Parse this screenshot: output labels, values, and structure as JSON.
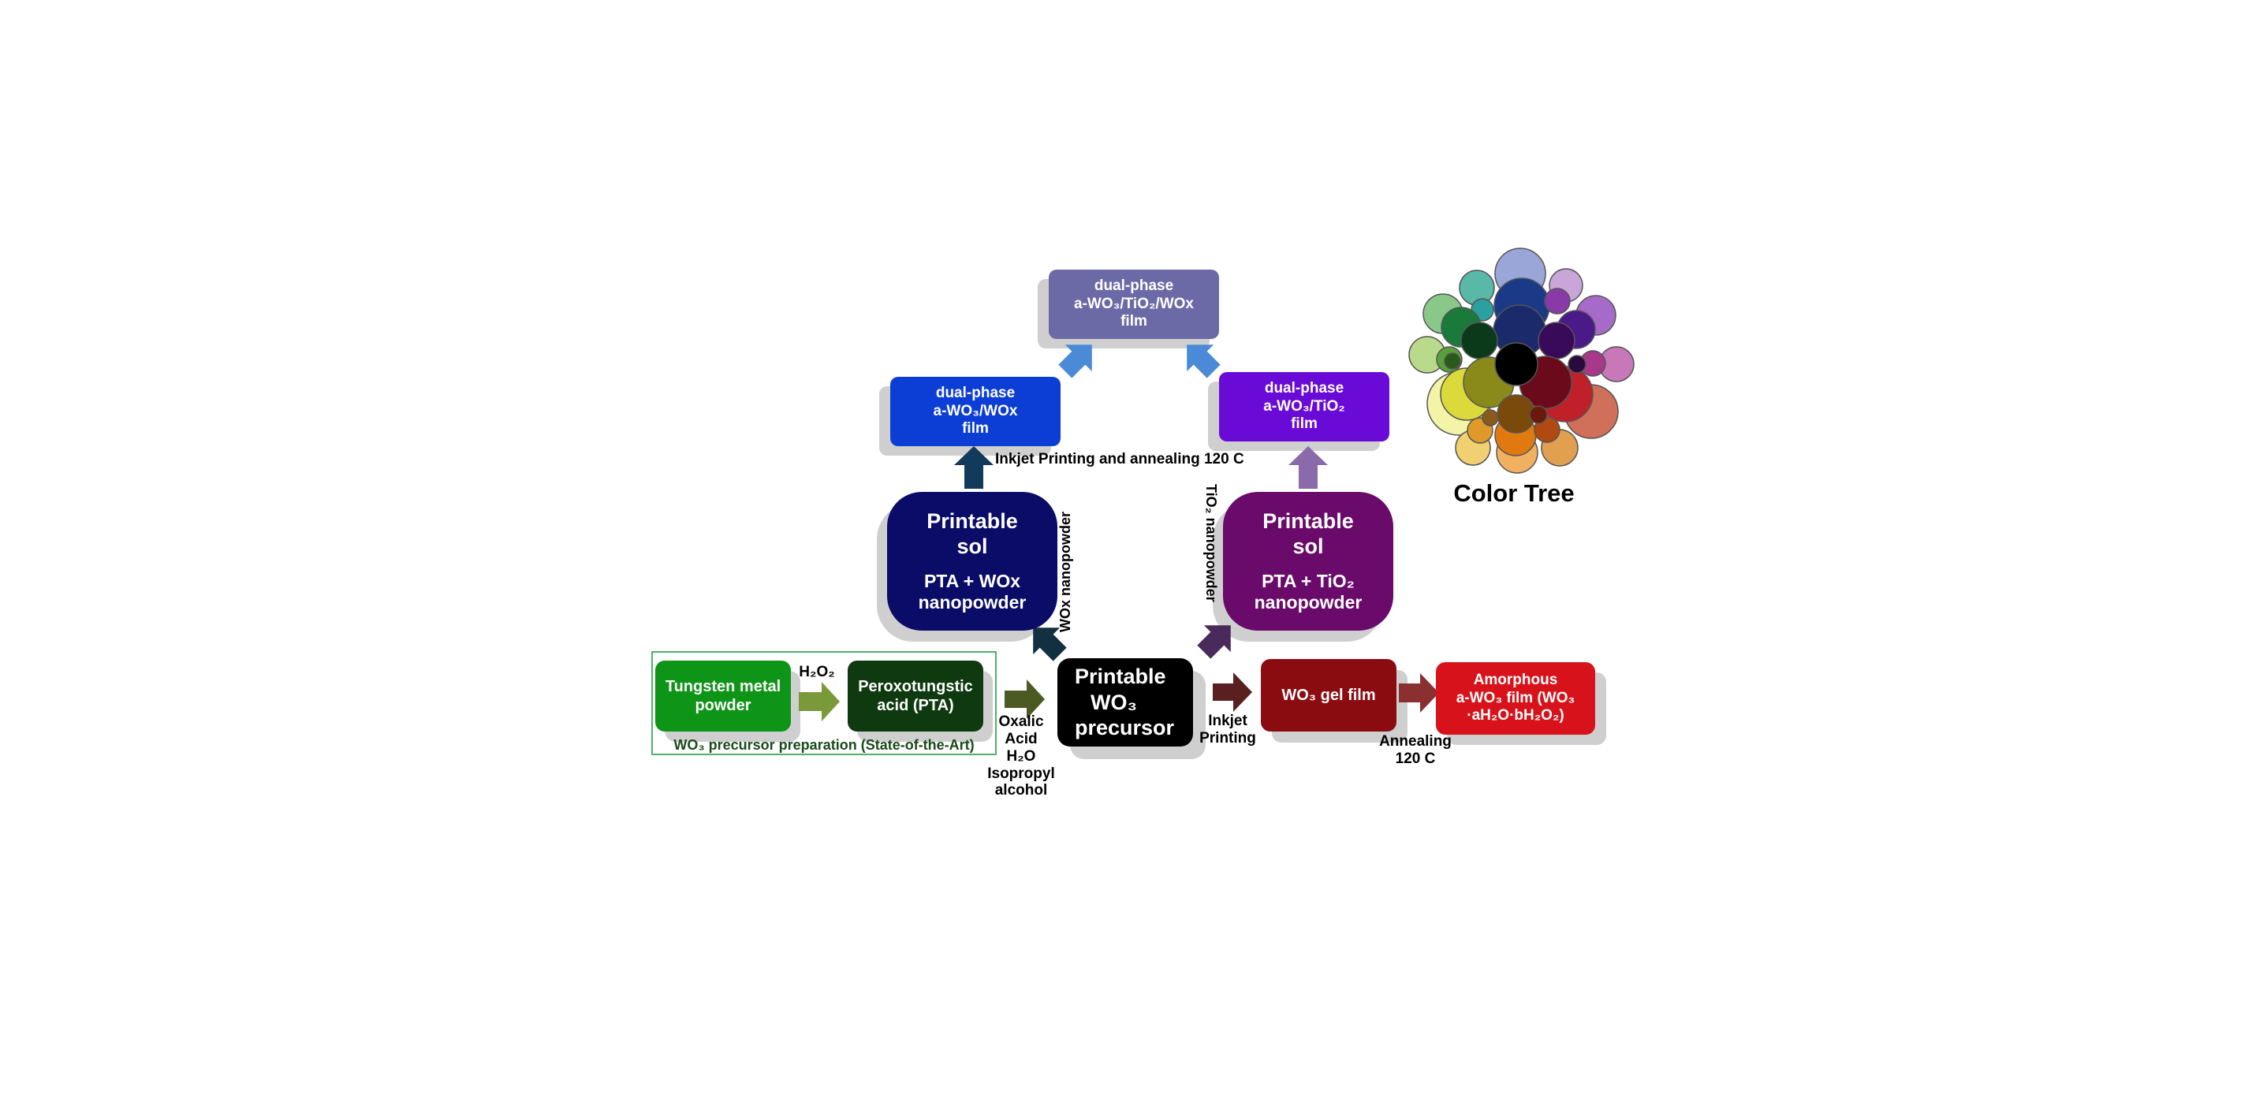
{
  "boxes": {
    "tungsten": [
      "Tungsten metal",
      "powder"
    ],
    "pta": [
      "Peroxotungstic",
      "acid (PTA)"
    ],
    "precursor": [
      "Printable",
      "WO₃",
      "precursor"
    ],
    "sol_wox": {
      "title": [
        "Printable",
        "sol"
      ],
      "body": [
        "PTA + WOх",
        "nanopowder"
      ]
    },
    "sol_tio2": {
      "title": [
        "Printable",
        "sol"
      ],
      "body": [
        "PTA + TiO₂",
        "nanopowder"
      ]
    },
    "film_wox": [
      "dual-phase",
      "a-WO₃/WOх",
      "film"
    ],
    "film_tio2": [
      "dual-phase",
      "a-WO₃/TiO₂",
      "film"
    ],
    "film_top": [
      "dual-phase",
      "a-WO₃/TiO₂/WOх",
      "film"
    ],
    "gel": "WO₃ gel film",
    "amorphous": [
      "Amorphous",
      "a-WO₃ film (WO₃",
      "·aH₂O·bH₂O₂)"
    ]
  },
  "labels": {
    "h2o2": "H₂O₂",
    "state_of_art": "WO₃ precursor preparation (State-of-the-Art)",
    "reagents": [
      "Oxalic",
      "Acid",
      "H₂O",
      "Isopropyl",
      "alcohol"
    ],
    "inkjet_printing": [
      "Inkjet",
      "Printing"
    ],
    "annealing": [
      "Annealing",
      "120 C"
    ],
    "inkjet_annealing": "Inkjet Printing and annealing 120 C",
    "wox_nanopowder": "WOх nanopowder",
    "tio2_nanopowder": "TiO₂ nanopowder",
    "color_tree": "Color Tree"
  },
  "colors": {
    "tungsten": "#0e9416",
    "pta": "#0f3a0f",
    "precursor": "#000000",
    "sol_wox": "#0a0c68",
    "sol_tio2": "#6a0a6a",
    "film_wox": "#0c3ed6",
    "film_tio2": "#6a0ad6",
    "film_top": "#6c6aa6",
    "gel": "#8a0c10",
    "amorphous": "#d8121a"
  }
}
